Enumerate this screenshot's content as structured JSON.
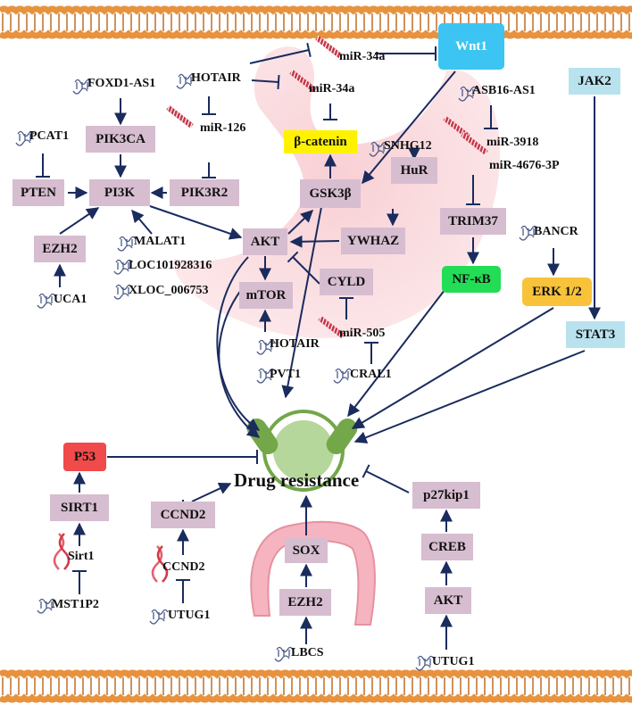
{
  "title": "Drug resistance",
  "colors": {
    "membrane": "#e8923e",
    "membrane_dark": "#b86418",
    "arrow": "#1a2b5e",
    "protein_box": "#d7bdd0",
    "wnt1": "#3cc4f2",
    "jak_stat": "#b9e2ef",
    "beta_catenin": "#fff200",
    "nfkb": "#22dd55",
    "erk": "#f8c23a",
    "p53": "#f04a4a",
    "drug_icon": "#73a74a"
  },
  "proteins": {
    "pik3ca": "PIK3CA",
    "pi3k": "PI3K",
    "pten": "PTEN",
    "pik3r2": "PIK3R2",
    "ezh2_top": "EZH2",
    "akt_top": "AKT",
    "mtor": "mTOR",
    "gsk3b": "GSK3β",
    "beta_catenin": "β-catenin",
    "wnt1": "Wnt1",
    "hur": "HuR",
    "ywhaz": "YWHAZ",
    "cyld": "CYLD",
    "trim37": "TRIM37",
    "nfkb": "NF-κB",
    "erk": "ERK 1/2",
    "jak2": "JAK2",
    "stat3": "STAT3",
    "p53": "P53",
    "sirt1": "SIRT1",
    "ccnd2_box": "CCND2",
    "sox": "SOX",
    "ezh2_bottom": "EZH2",
    "p27": "p27kip1",
    "creb": "CREB",
    "akt_bottom": "AKT"
  },
  "rnas": {
    "foxd1_as1": "FOXD1-AS1",
    "hotair_top": "HOTAIR",
    "mir34a_1": "miR-34a",
    "mir34a_2": "miR-34a",
    "mir126": "miR-126",
    "pcat1": "PCAT1",
    "asb16_as1": "ASB16-AS1",
    "mir3918": "miR-3918",
    "mir4676": "miR-4676-3P",
    "snhg12": "SNHG12",
    "bancr": "BANCR",
    "malat1": "MALAT1",
    "loc": "LOC101928316",
    "xloc": "XLOC_006753",
    "uca1": "UCA1",
    "hotair_mid": "HOTAIR",
    "pvt1": "PVT1",
    "mir505": "miR-505",
    "cral1": "CRAL1",
    "sirt1_mrna": "Sirt1",
    "mst1p2": "MST1P2",
    "ccnd2_mrna": "CCND2",
    "utug1_left": "UTUG1",
    "lbcs": "LBCS",
    "utug1_right": "UTUG1"
  }
}
